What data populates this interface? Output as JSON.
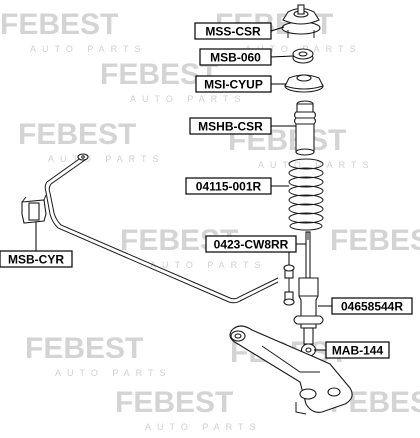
{
  "watermark": {
    "brand": "FEBEST",
    "tagline": "AUTO PARTS"
  },
  "parts": [
    {
      "id": "mss",
      "label": "MSS-CSR"
    },
    {
      "id": "msb060",
      "label": "MSB-060"
    },
    {
      "id": "msi",
      "label": "MSI-CYUP"
    },
    {
      "id": "mshb",
      "label": "MSHB-CSR"
    },
    {
      "id": "spring",
      "label": "04115-001R"
    },
    {
      "id": "link",
      "label": "0423-CW8RR"
    },
    {
      "id": "shock",
      "label": "04658544R"
    },
    {
      "id": "mab",
      "label": "MAB-144"
    },
    {
      "id": "msbcyr",
      "label": "MSB-CYR"
    }
  ]
}
